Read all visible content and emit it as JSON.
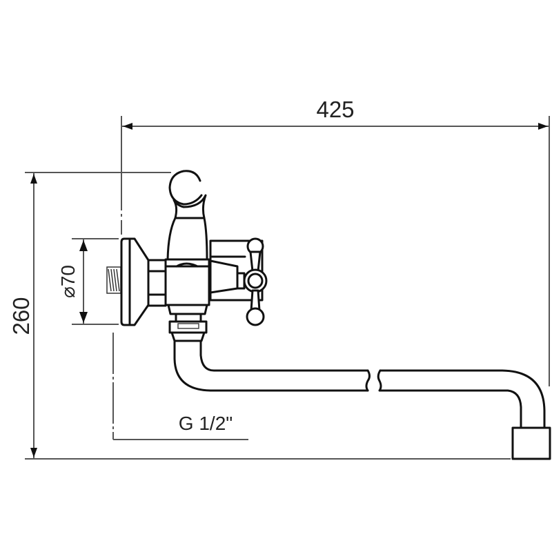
{
  "drawing": {
    "subject": "Wall-mounted bath mixer with long swivel spout and shower holder",
    "dimensions": {
      "overall_length": "425",
      "overall_height": "260",
      "flange_diameter": "⌀70",
      "connection_thread": "G 1/2\""
    },
    "colors": {
      "background": "#ffffff",
      "outline": "#111111",
      "dimension_line": "#555555",
      "text": "#222222"
    }
  }
}
